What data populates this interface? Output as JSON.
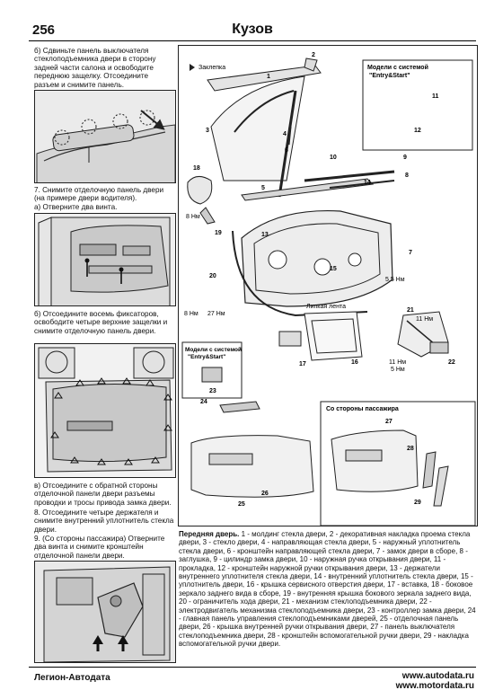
{
  "header": {
    "page_number": "256",
    "title": "Кузов"
  },
  "left_text": {
    "step_b1": "б) Сдвиньте панель выключателя стеклоподъемника двери в сторону задней части салона и освободите переднюю защелку. Отсоедините разъем и снимите панель.",
    "step_7": "7. Снимите отделочную панель двери (на примере двери водителя).",
    "step_7a": "а) Отверните два винта.",
    "step_7b": "б) Отсоедините восемь фиксаторов, освободите четыре верхние защелки и снимите отделочную панель двери.",
    "step_7c": "в) Отсоедините с обратной стороны отделочной панели двери разъемы проводки и тросы привода замка двери.",
    "step_8": "8. Отсоедините четыре держателя и снимите внутренний уплотнитель стекла двери.",
    "step_9": "9. (Со стороны пассажира) Отверните два винта и снимите кронштейн отделочной панели двери."
  },
  "diagram_labels": {
    "zaklepka": "Заклепка",
    "entry_start_1_line1": "Модели с системой",
    "entry_start_1_line2": "\"Entry&Start\"",
    "entry_start_2_line1": "Модели с системой",
    "entry_start_2_line2": "\"Entry&Start\"",
    "lipkaya_lenta": "Липкая лента",
    "passenger_side": "Со стороны пассажира",
    "t_8nm": "8 Нм",
    "t_8nm_2": "8 Нм",
    "t_27nm": "27 Нм",
    "t_55nm": "5,5 Нм",
    "t_11nm_1": "11 Нм",
    "t_11nm_2": "11 Нм",
    "t_5nm": "5 Нм",
    "numbers": [
      "1",
      "2",
      "3",
      "4",
      "5",
      "6",
      "7",
      "8",
      "9",
      "10",
      "11",
      "12",
      "13",
      "14",
      "15",
      "16",
      "17",
      "18",
      "19",
      "20",
      "21",
      "22",
      "23",
      "24",
      "25",
      "26",
      "27",
      "28",
      "29"
    ]
  },
  "caption": {
    "title": "Передняя дверь.",
    "body": "1 - молдинг стекла двери, 2 - декоративная накладка проема стекла двери, 3 - стекло двери, 4 - направляющая стекла двери, 5 - наружный уплотнитель стекла двери, 6 - кронштейн направляющей стекла двери, 7 - замок двери в сборе, 8 - заглушка, 9 - цилиндр замка двери, 10 - наружная ручка открывания двери, 11 - прокладка, 12 - кронштейн наружной ручки открывания двери, 13 - держатели внутреннего уплотнителя стекла двери, 14 - внутренний уплотнитель стекла двери, 15 - уплотнитель двери, 16 - крышка сервисного отверстия двери, 17 - вставка, 18 - боковое зеркало заднего вида в сборе, 19 - внутренняя крышка бокового зеркала заднего вида, 20 - ограничитель хода двери, 21 - механизм стеклоподъемника двери, 22 - электродвигатель механизма стеклоподъемника двери, 23 - контроллер замка двери, 24 - главная панель управления стеклоподъемниками дверей, 25 - отделочная панель двери, 26 - крышка внутренней ручки открывания двери, 27 - панель выключателя стеклоподъемника двери, 28 - кронштейн вспомогательной ручки двери, 29 - накладка вспомогательной ручки двери."
  },
  "footer": {
    "publisher": "Легион-Автодата",
    "url1": "www.autodata.ru",
    "url2": "www.motordata.ru"
  }
}
